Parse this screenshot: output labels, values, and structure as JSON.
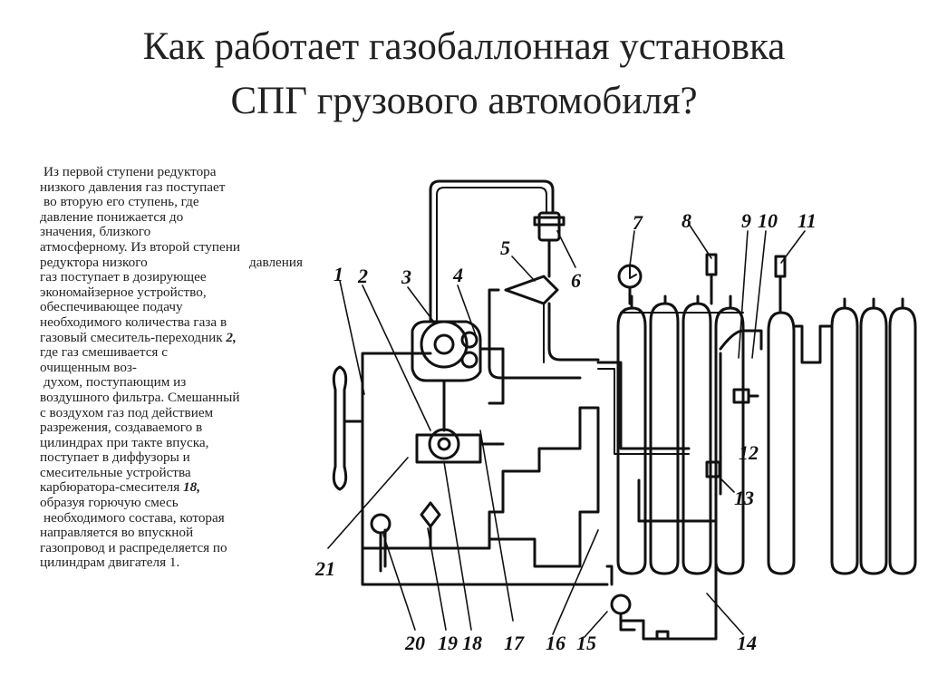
{
  "title": {
    "line1": "Как работает газобаллонная установка",
    "line2": "СПГ грузового автомобиля?"
  },
  "text": {
    "l1": "Из первой ступени редуктора",
    "l2": "низкого давления газ поступает",
    "l3": "во вторую его ступень, где",
    "l4": "давление понижается до",
    "l5": "значения, близкого",
    "l6": "атмосферному. Из второй ступени",
    "l7a": "редуктора низкого",
    "l7b": "давления",
    "l8": "газ поступает в дозирующее",
    "l9": "экономайзерное устройство,",
    "l10": "обеспечивающее подачу",
    "l11": "необходимого количества газа в",
    "l12a": "газовый смеситель-переходник ",
    "l12b": "2,",
    "l13": "где газ смешивается с",
    "l14": "очищенным воз-",
    "l15": "духом, поступающим из",
    "l16": "воздушного фильтра. Смешанный",
    "l17": "с воздухом газ под действием",
    "l18": "разрежения, создаваемого в",
    "l19": "цилиндрах при такте впуска,",
    "l20": "поступает в диффузоры и",
    "l21": "смесительные устройства",
    "l22a": "карбюратора-смесителя ",
    "l22b": "18,",
    "l23": "образуя горючую смесь",
    "l24": "необходимого состава, которая",
    "l25": "направляется во впускной",
    "l26": "газопровод и распределяется по",
    "l27": "цилиндрам двигателя 1."
  },
  "diagram": {
    "labels": [
      "1",
      "2",
      "3",
      "4",
      "5",
      "6",
      "7",
      "8",
      "9",
      "10",
      "11",
      "12",
      "13",
      "14",
      "15",
      "16",
      "17",
      "18",
      "19",
      "20",
      "21"
    ]
  },
  "colors": {
    "background": "#ffffff",
    "ink": "#111111"
  }
}
